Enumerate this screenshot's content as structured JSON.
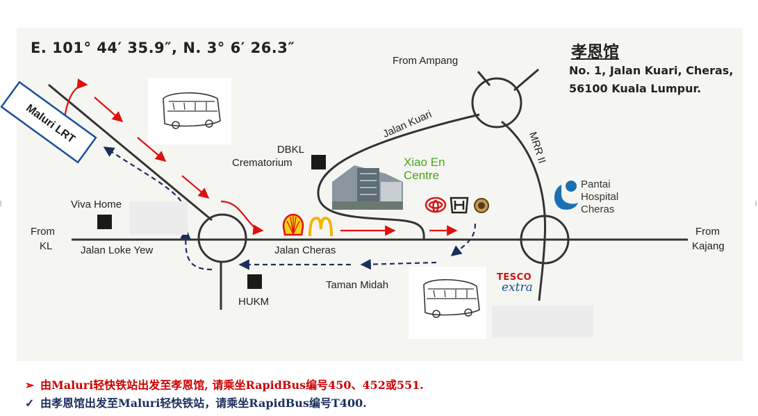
{
  "map": {
    "coordinates": "E. 101° 44′ 35.9″, N. 3° 6′ 26.3″",
    "venue_cn": "孝恩馆",
    "address_line1": "No. 1, Jalan Kuari, Cheras,",
    "address_line2": "56100 Kuala Lumpur.",
    "labels": {
      "from_ampang": "From Ampang",
      "jalan_kuari": "Jalan Kuari",
      "mrr2": "MRR II",
      "maluri_lrt": "Maluri LRT",
      "dbkl_line1": "DBKL",
      "dbkl_line2": "Crematorium",
      "xiao_en_line1": "Xiao En",
      "xiao_en_line2": "Centre",
      "viva_home": "Viva Home",
      "from_kl_line1": "From",
      "from_kl_line2": "KL",
      "jalan_loke_yew": "Jalan Loke Yew",
      "jalan_cheras": "Jalan Cheras",
      "taman_midah": "Taman Midah",
      "hukm": "HUKM",
      "pantai_line1": "Pantai",
      "pantai_line2": "Hospital",
      "pantai_line3": "Cheras",
      "from_kajang_line1": "From",
      "from_kajang_line2": "Kajang",
      "tesco": "TESCO",
      "extra": "extra",
      "mcd": "M"
    },
    "colors": {
      "road": "#333333",
      "route_to_centre": "#dd1111",
      "route_to_lrt": "#1b2e5c",
      "landmark": "#1a1a1a",
      "map_bg": "#f5f5f2"
    }
  },
  "legend": [
    {
      "marker": "➢",
      "text": "由Maluri轻快铁站出发至孝恩馆, 请乘坐RapidBus编号450、452或551."
    },
    {
      "marker": "✓",
      "text": "由孝恩馆出发至Maluri轻快铁站，请乘坐RapidBus编号T400."
    }
  ]
}
